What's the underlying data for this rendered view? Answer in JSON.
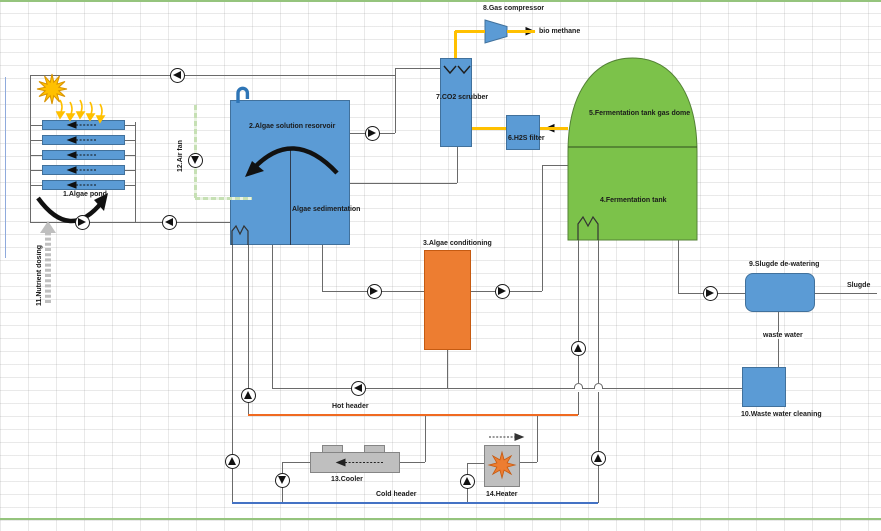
{
  "labels": {
    "pond": "1.Algae pond",
    "reservoir": "2.Algae solution resorvoir",
    "sedimentation": "Algae sedimentation",
    "conditioning": "3.Algae conditioning",
    "tank": "4.Fermentation tank",
    "dome": "5.Fermentation tank gas dome",
    "h2s": "6.H2S filter",
    "scrubber": "7.CO2 scrubber",
    "compressor": "8.Gas compressor",
    "methane": "bio methane",
    "dewatering": "9.Slugde de-watering",
    "sludge": "Slugde",
    "wastewater": "waste water",
    "cleaning": "10.Waste water cleaning",
    "dosing": "11.Nutrient dosing",
    "airfan": "12.Air fan",
    "cooler": "13.Cooler",
    "heater": "14.Heater",
    "hot_header": "Hot header",
    "cold_header": "Cold header"
  },
  "colors": {
    "equipment_blue": "#5b9bd5",
    "tank_green": "#7cc24a",
    "conditioning_orange": "#ed7d31",
    "gas_pipe_yellow": "#ffc000",
    "hot_header_orange": "#f06a21",
    "cold_header_blue": "#4472c4",
    "air_pipe_green": "#c6e0b4",
    "line_gray": "#6a6a6a"
  }
}
